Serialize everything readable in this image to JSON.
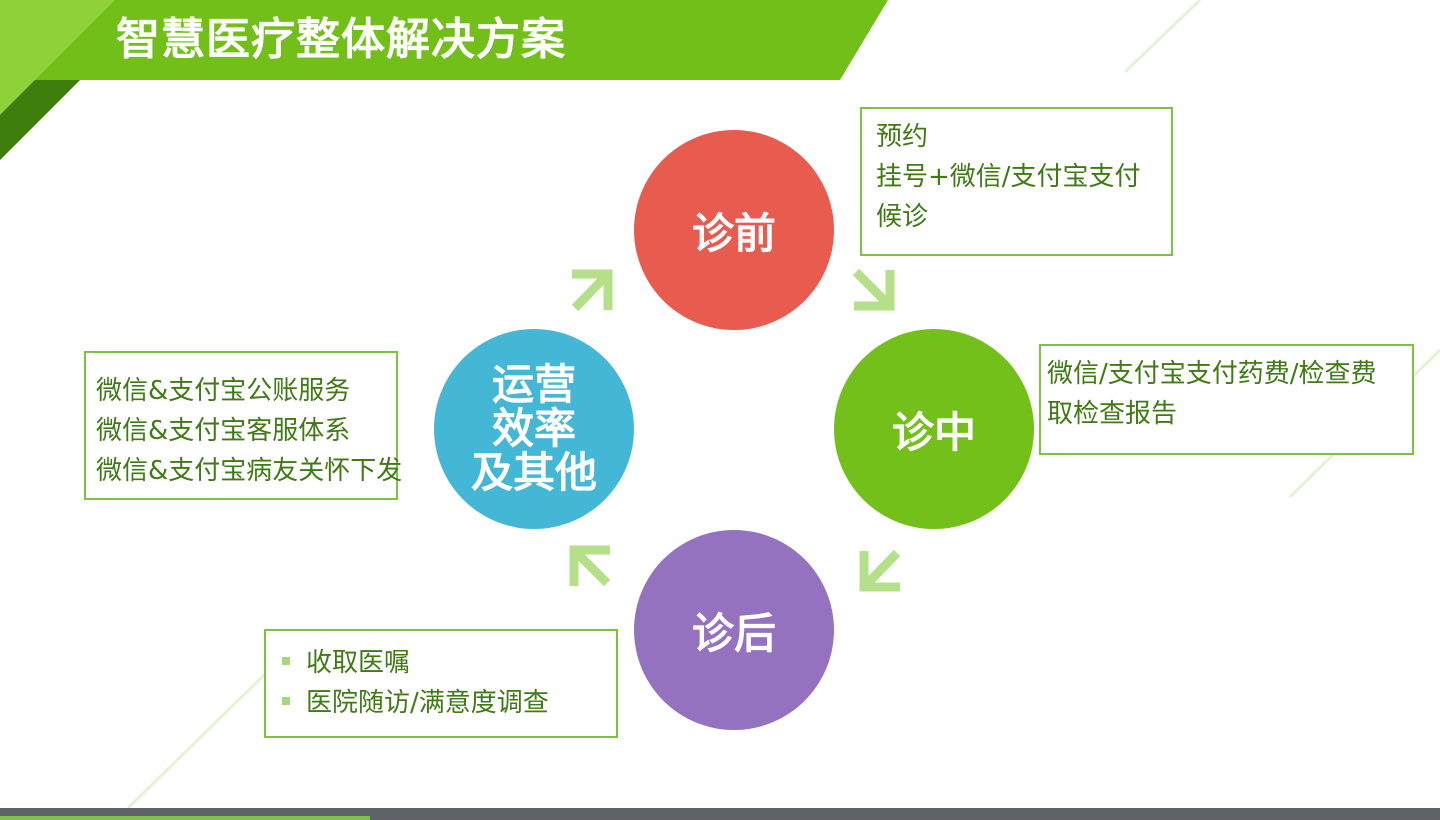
{
  "header": {
    "title": "智慧医疗整体解决方案",
    "banner_color": "#72bf1a",
    "accent_dark": "#3c7d0b"
  },
  "stages": {
    "pre": {
      "label": "诊前",
      "color": "#e85c50"
    },
    "mid": {
      "label": "诊中",
      "color": "#74c01a"
    },
    "post": {
      "label": "诊后",
      "color": "#9572bf"
    },
    "ops": {
      "label": "运营\n效率\n及其他",
      "color": "#45b7d6"
    }
  },
  "boxes": {
    "pre": {
      "lines": [
        "预约",
        "挂号+微信/支付宝支付",
        "候诊"
      ]
    },
    "mid": {
      "lines": [
        "微信/支付宝支付药费/检查费",
        "取检查报告"
      ]
    },
    "ops": {
      "lines": [
        "微信&支付宝公账服务",
        "微信&支付宝客服体系",
        "微信&支付宝病友关怀下发"
      ]
    },
    "post": {
      "bullets": [
        "收取医嘱",
        "医院随访/满意度调查"
      ]
    }
  },
  "arrow_color": "#b5e08a",
  "icons": [
    "arrow-up-right-icon",
    "arrow-down-right-icon",
    "arrow-down-left-icon",
    "arrow-up-left-icon"
  ]
}
